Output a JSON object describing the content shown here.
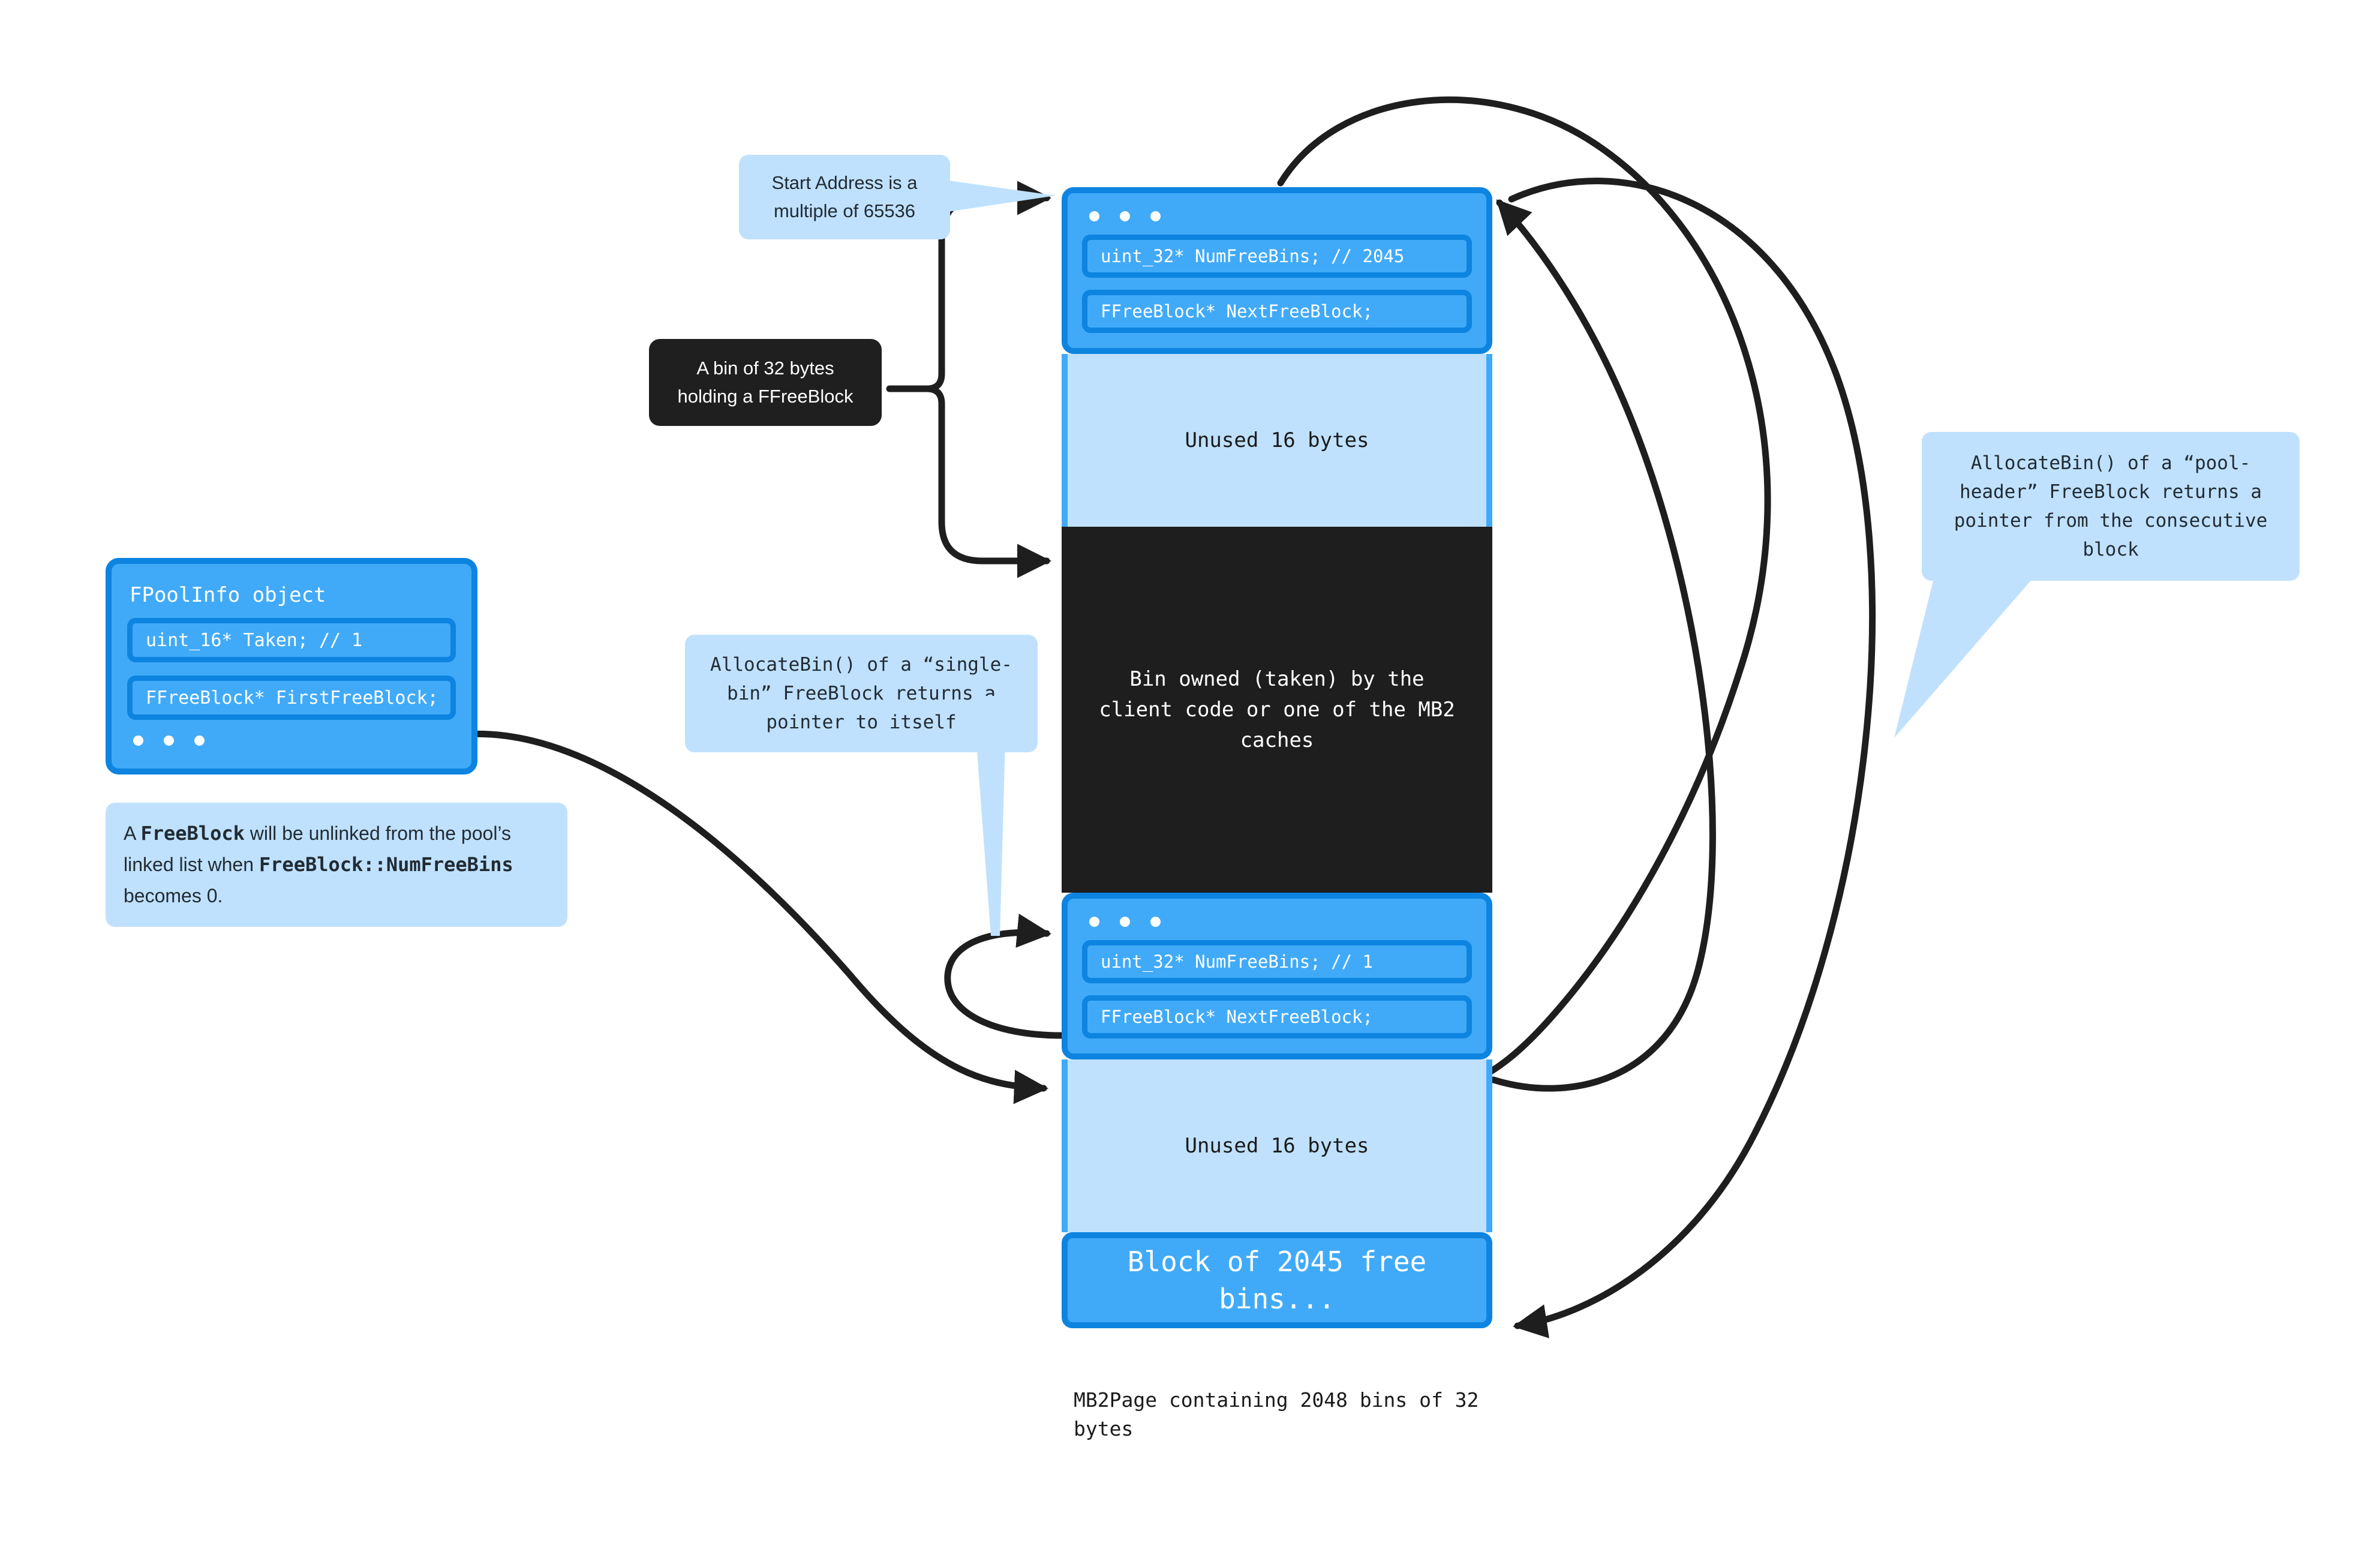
{
  "theme": {
    "blue": "#41AAF8",
    "blue_border": "#0D84E0",
    "light_blue": "#BFE1FD",
    "dark": "#1E1E1E",
    "text_dark": "#222b33"
  },
  "page_column": {
    "free_block_top": {
      "dots_icon": "ellipsis-icon",
      "fields": [
        "uint_32* NumFreeBins; // 2045",
        "FFreeBlock* NextFreeBlock;"
      ]
    },
    "unused_top": "Unused 16 bytes",
    "taken_bin": "Bin owned (taken) by the\nclient code or one of the MB2\ncaches",
    "free_block_bottom": {
      "dots_icon": "ellipsis-icon",
      "fields": [
        "uint_32* NumFreeBins; // 1",
        "FFreeBlock* NextFreeBlock;"
      ]
    },
    "unused_bottom": "Unused 16 bytes",
    "free_bins_block": "Block of 2045 free bins...",
    "caption": "MB2Page containing 2048 bins of 32 bytes"
  },
  "pool_info": {
    "title": "FPoolInfo object",
    "fields": [
      "uint_16* Taken; // 1",
      "FFreeBlock* FirstFreeBlock;"
    ],
    "dots_icon": "ellipsis-icon"
  },
  "callouts": {
    "start_address": "Start Address is a multiple of 65536",
    "bin_32_bytes": "A bin of 32 bytes holding a FFreeBlock",
    "single_bin": "AllocateBin() of a “single-bin” FreeBlock returns a pointer to itself",
    "pool_header": "AllocateBin() of a “pool-header” FreeBlock returns a pointer from the consecutive block",
    "unlink_note_parts": {
      "a": "A ",
      "b": "FreeBlock",
      "c": " will be unlinked from the pool’s linked list when ",
      "d": "FreeBlock::NumFreeBins",
      "e": " becomes 0."
    }
  }
}
